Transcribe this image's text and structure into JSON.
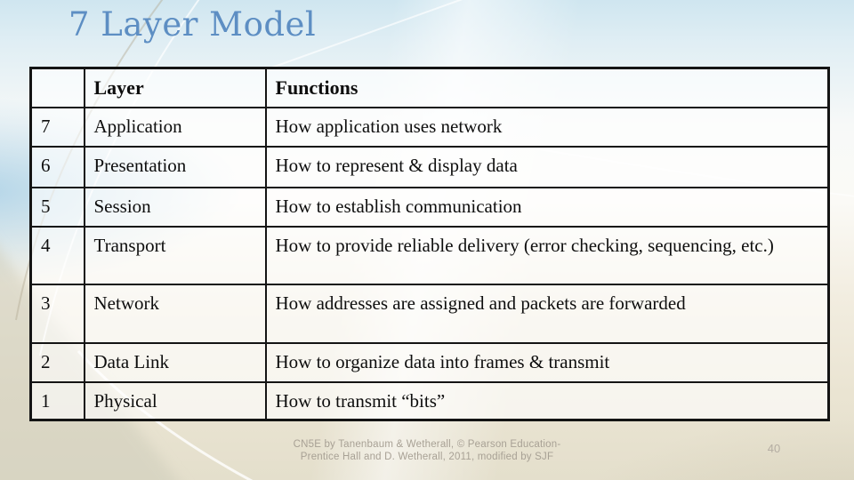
{
  "slide": {
    "title": "7 Layer Model",
    "page_number": "40",
    "footer_line1": "CN5E by Tanenbaum & Wetherall, © Pearson Education-",
    "footer_line2": "Prentice Hall and D. Wetherall, 2011, modified by SJF"
  },
  "table": {
    "headers": {
      "number": "",
      "layer": "Layer",
      "functions": "Functions"
    },
    "rows": [
      {
        "number": "7",
        "layer": "Application",
        "functions": "How application uses network"
      },
      {
        "number": "6",
        "layer": "Presentation",
        "functions": "How to represent & display data"
      },
      {
        "number": "5",
        "layer": "Session",
        "functions": "How to establish communication"
      },
      {
        "number": "4",
        "layer": "Transport",
        "functions": "How to provide reliable delivery (error checking, sequencing, etc.)"
      },
      {
        "number": "3",
        "layer": "Network",
        "functions": "How addresses are assigned and packets are forwarded"
      },
      {
        "number": "2",
        "layer": "Data Link",
        "functions": "How to organize data into frames & transmit"
      },
      {
        "number": "1",
        "layer": "Physical",
        "functions": "How to transmit “bits”"
      }
    ]
  },
  "colors": {
    "title_text": "#5d8ec3",
    "table_border": "#141414",
    "footer_text": "#a8a195",
    "background_top_blue": "#cfe6f0",
    "background_bottom_tan": "#e4dfcc"
  }
}
